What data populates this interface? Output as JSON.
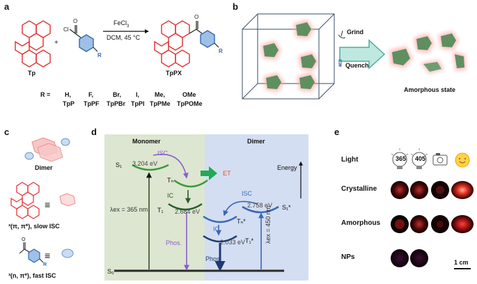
{
  "panels": {
    "a": "a",
    "b": "b",
    "c": "c",
    "d": "d",
    "e": "e"
  },
  "panel_a": {
    "reagent": "FeCl",
    "reagent_sub": "3",
    "conditions": "DCM, 45 °C",
    "plus": "+",
    "cl_atom": "Cl",
    "o_atom": "O",
    "r_atom": "R",
    "reactant1": "Tp",
    "product": "TpPX",
    "r_prefix": "R =",
    "substituents": [
      {
        "r": "H,",
        "name": "TpP"
      },
      {
        "r": "F,",
        "name": "TpPF"
      },
      {
        "r": "Br,",
        "name": "TpPBr"
      },
      {
        "r": "I,",
        "name": "TpPI"
      },
      {
        "r": "Me,",
        "name": "TpPMe"
      },
      {
        "r": "OMe",
        "name": "TpPOMe"
      }
    ]
  },
  "panel_b": {
    "grind": "Grind",
    "quench": "Quench",
    "state": "Amorphous state"
  },
  "panel_c": {
    "dimer": "Dimer",
    "pi_label": "³(π, π*), slow ISC",
    "n_label": "³(n, π*), fast ISC",
    "o_atom": "O",
    "r_atom": "R",
    "equiv": "≡"
  },
  "panel_d": {
    "monomer": "Monomer",
    "dimer": "Dimer",
    "s1": "S₁",
    "tn": "Tₙ",
    "t1": "T₁",
    "s0": "S₀",
    "s1_energy": "3.204 eV",
    "t1_energy": "2.684 eV",
    "isc": "ISC",
    "ic": "IC",
    "phos": "Phos.",
    "lambda_mono": "λex = 365 nm",
    "et": "ET",
    "energy": "Energy",
    "s1d": "S₁*",
    "tnd": "Tₙ*",
    "t1d": "T₁*",
    "s1d_energy": "2.758 eV",
    "t1d_energy": "2.033 eV",
    "isc_d": "ISC",
    "ic_d": "IC",
    "phos_d": "Phos.",
    "lambda_dimer": "λex = 450 nm",
    "colors": {
      "monomer_bg": "#dde6d0",
      "dimer_bg": "#d3def2",
      "green": "#3a9a3a",
      "purple": "#8a5fd0",
      "blue": "#3c67b3",
      "navy": "#1f3a73",
      "darkgreen": "#23602a"
    }
  },
  "panel_e": {
    "rows": [
      "Light",
      "Crystalline",
      "Amorphous",
      "NPs"
    ],
    "bulb1": "365",
    "bulb2": "405",
    "scale": "1 cm"
  }
}
